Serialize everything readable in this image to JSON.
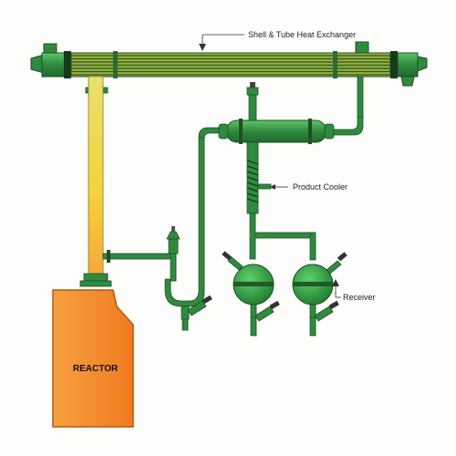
{
  "labels": {
    "heat_exchanger": "Shell & Tube Heat Exchanger",
    "product_cooler": "Product Cooler",
    "receiver": "Receiver",
    "reactor": "REACTOR"
  },
  "colors": {
    "vessel_green": "#2f8a3f",
    "vessel_green_light": "#4cb85a",
    "pipe_outline": "#1f4f25",
    "reactor_orange": "#f58a2a",
    "reactor_outline": "#b05a12",
    "vapour_yellow": "#f2d53a",
    "text": "#222222"
  }
}
